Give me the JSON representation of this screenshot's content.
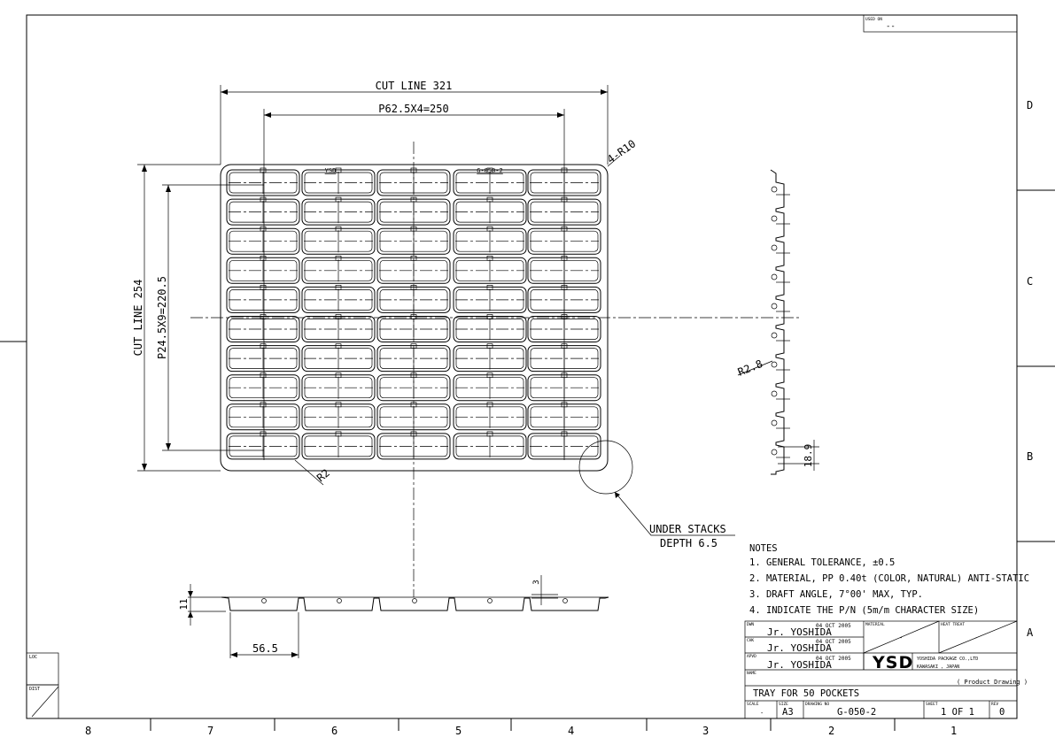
{
  "zones": {
    "columns": [
      "8",
      "7",
      "6",
      "5",
      "4",
      "3",
      "2",
      "1"
    ],
    "rows": [
      "D",
      "C",
      "B",
      "A"
    ]
  },
  "used_on": {
    "label": "USED ON",
    "value": "--"
  },
  "side_boxes": {
    "loc": "LOC",
    "dist": "DIST"
  },
  "dimensions": {
    "cut_line_width": "CUT LINE 321",
    "pitch_x": "P62.5X4=250",
    "corner_radius": "4-R10",
    "cut_line_height": "CUT LINE 254",
    "pitch_y": "P24.5X9=220.5",
    "inner_radius": "R2",
    "side_radius": "R2.8",
    "side_depth": "18.9",
    "tray_height": "11",
    "pocket_length": "56.5",
    "rib_height": "3"
  },
  "emboss": {
    "left": "YSD",
    "right": "G-050-2"
  },
  "callout": {
    "line1": "UNDER STACKS",
    "line2": "DEPTH 6.5"
  },
  "notes": {
    "title": "NOTES",
    "items": [
      "1. GENERAL TOLERANCE, ±0.5",
      "2. MATERIAL, PP 0.40t (COLOR, NATURAL) ANTI-STATIC",
      "3. DRAFT ANGLE, 7°00' MAX, TYP.",
      "4. INDICATE THE P/N (5m/m CHARACTER SIZE)"
    ]
  },
  "title_block": {
    "dwn_label": "DWN",
    "dwn_date": "04 OCT 2005",
    "dwn_name": "Jr. YOSHIDA",
    "chk_label": "CHK",
    "chk_date": "04 OCT 2005",
    "chk_name": "Jr. YOSHIDA",
    "apvd_label": "APVD",
    "apvd_date": "04 OCT 2005",
    "apvd_name": "Jr. YOSHIDA",
    "material_label": "MATERIAL",
    "material_value": "-",
    "heat_treat_label": "HEAT TREAT",
    "heat_treat_value": "-",
    "logo": "YSD",
    "company_line1": "YOSHIDA PACKAGE CO.,LTD",
    "company_line2": "KAWASAKI , JAPAN",
    "drawing_type": "( Product Drawing )",
    "name_label": "NAME",
    "name_value": "TRAY FOR  50 POCKETS",
    "scale_label": "SCALE",
    "scale_value": "-",
    "size_label": "SIZE",
    "size_value": "A3",
    "drawing_no_label": "DRAWING NO",
    "drawing_no_value": "G-050-2",
    "sheet_label": "SHEET",
    "sheet_value": "1  OF  1",
    "rev_label": "REV",
    "rev_value": "0"
  }
}
